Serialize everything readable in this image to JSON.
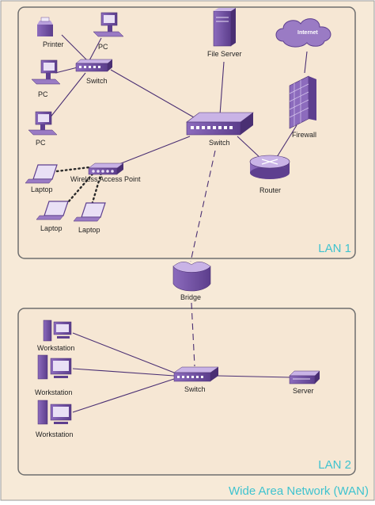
{
  "wan": {
    "label": "Wide Area Network (WAN)"
  },
  "lan1": {
    "label": "LAN 1",
    "devices": {
      "printer": "Printer",
      "pc_top": "PC",
      "pc_left": "PC",
      "pc_bottom": "PC",
      "switch_small": "Switch",
      "file_server": "File Server",
      "internet": "Internet",
      "firewall": "Firewall",
      "switch_main": "Switch",
      "router": "Router",
      "wireless_ap": "Wireless Access Point",
      "laptop_1": "Laptop",
      "laptop_2": "Laptop",
      "laptop_3": "Laptop"
    }
  },
  "bridge": {
    "label": "Bridge"
  },
  "lan2": {
    "label": "LAN 2",
    "devices": {
      "workstation_1": "Workstation",
      "workstation_2": "Workstation",
      "workstation_3": "Workstation",
      "switch": "Switch",
      "server": "Server"
    }
  },
  "colors": {
    "panel_fill": "#f6e7d4",
    "panel_stroke": "#6e6e6e",
    "wan_fill": "#f7ead8",
    "device_purple": "#9a7bc4",
    "device_dark": "#5e3f8f",
    "label_teal": "#3fc3cf",
    "line": "#4a2f73"
  }
}
